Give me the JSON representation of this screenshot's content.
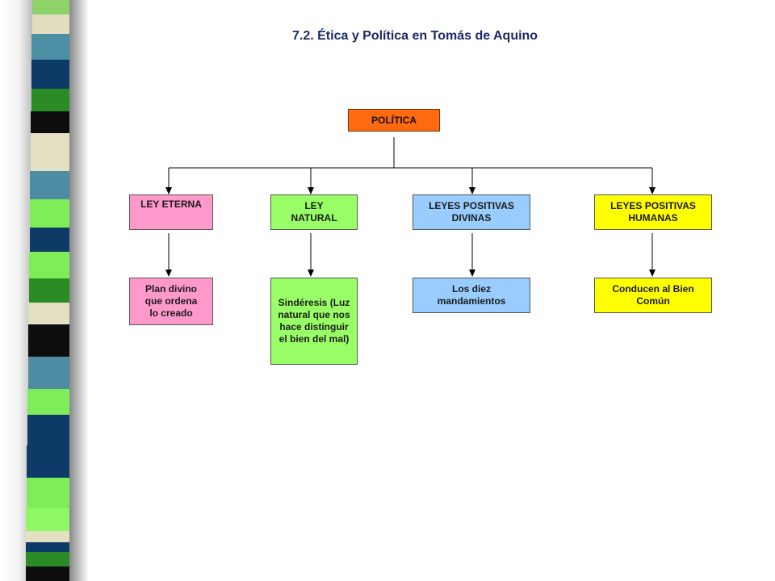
{
  "title": "7.2. Ética y Política en Tomás de Aquino",
  "colors": {
    "root": "#ff6a10",
    "pink": "#ff99cc",
    "green": "#99ff66",
    "blue": "#99ccff",
    "yellow": "#ffff00",
    "line": "#000000",
    "title": "#1a2a66"
  },
  "root": {
    "label": "POLÍTICA"
  },
  "laws": [
    {
      "label": "LEY ETERNA"
    },
    {
      "label": "LEY NATURAL"
    },
    {
      "label": "LEYES POSITIVAS DIVINAS"
    },
    {
      "label": "LEYES POSITIVAS HUMANAS"
    }
  ],
  "details": [
    {
      "label": "Plan divino que ordena lo creado"
    },
    {
      "label": "Sindéresis (Luz natural que nos hace distinguir el bien del mal)"
    },
    {
      "label": "Los diez mandamientos"
    },
    {
      "label": "Conducen al Bien Común"
    }
  ]
}
